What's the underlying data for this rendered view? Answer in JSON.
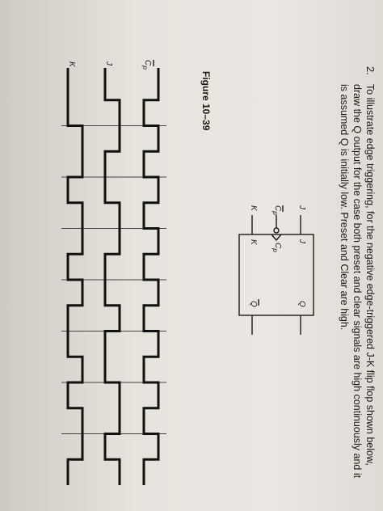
{
  "question": {
    "number": "2.",
    "lines": [
      "To illustrate edge triggering, for the negative edge-triggered J-K flip flop shown below,",
      "draw the Q output for the case both preset and clear signals are high continuously and it",
      "is assumed Q is initially low. Preset and Clear are high."
    ]
  },
  "flip_flop": {
    "input_j": "J",
    "input_clk": "C",
    "input_clk_sub": "p",
    "input_k": "K",
    "pin_j": "J",
    "pin_clk": "C",
    "pin_clk_sub": "p",
    "pin_k": "K",
    "output_q": "Q",
    "output_qbar": "Q"
  },
  "figure": {
    "label": "Figure 10–39",
    "signals": {
      "clock": {
        "name": "C",
        "sub": "p",
        "levels": [
          1,
          0,
          1,
          0,
          1,
          0,
          1,
          0,
          1,
          0,
          1,
          0,
          1,
          0,
          1,
          0
        ]
      },
      "j": {
        "name": "J",
        "levels": [
          0,
          1,
          1,
          0,
          0,
          1,
          1,
          0,
          0,
          1,
          0,
          0,
          1,
          1,
          0,
          1
        ]
      },
      "k": {
        "name": "K",
        "levels": [
          0,
          0,
          1,
          1,
          0,
          1,
          1,
          0,
          1,
          0,
          0,
          1,
          0,
          1,
          1,
          0
        ]
      }
    }
  }
}
